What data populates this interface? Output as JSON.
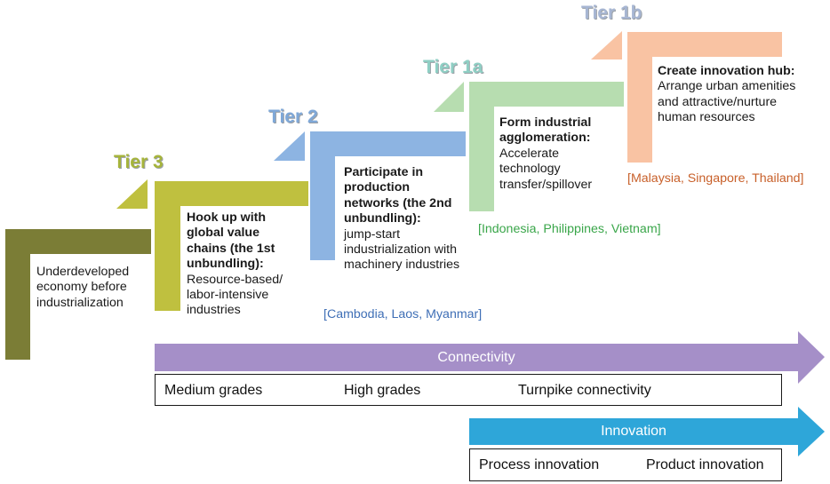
{
  "steps": [
    {
      "id": "base",
      "text": "Underdeveloped economy before industrialization",
      "color": "#7b7d36"
    },
    {
      "id": "tier3",
      "tier": "Tier 3",
      "title": "Hook up with global value chains (the 1st unbundling):",
      "body": "Resource-based/ labor-intensive industries",
      "color": "#bfc03f",
      "title_color": "#a6b43b"
    },
    {
      "id": "tier2",
      "tier": "Tier 2",
      "title": "Participate in production networks (the 2nd unbundling):",
      "body": "jump-start industrialization with machinery industries",
      "countries": "[Cambodia, Laos, Myanmar]",
      "countries_color": "#3f6fb6",
      "color": "#8db4e2",
      "title_color": "#7fa8d8"
    },
    {
      "id": "tier1a",
      "tier": "Tier 1a",
      "title": "Form industrial agglomeration:",
      "body": "Accelerate technology transfer/spillover",
      "countries": "[Indonesia, Philippines, Vietnam]",
      "countries_color": "#3aa64a",
      "color": "#b7ddb0",
      "title_color": "#8fcfc4"
    },
    {
      "id": "tier1b",
      "tier": "Tier 1b",
      "title": "Create innovation hub:",
      "body": "Arrange urban amenities and attractive/nurture human resources",
      "countries": "[Malaysia, Singapore, Thailand]",
      "countries_color": "#c8602a",
      "color": "#f9c3a3",
      "title_color": "#a7b6d3"
    }
  ],
  "connectivity": {
    "label": "Connectivity",
    "color": "#a58fc8",
    "grades": [
      "Medium grades",
      "High grades",
      "Turnpike connectivity"
    ]
  },
  "innovation": {
    "label": "Innovation",
    "color": "#2ea6d9",
    "grades": [
      "Process innovation",
      "Product innovation"
    ]
  }
}
